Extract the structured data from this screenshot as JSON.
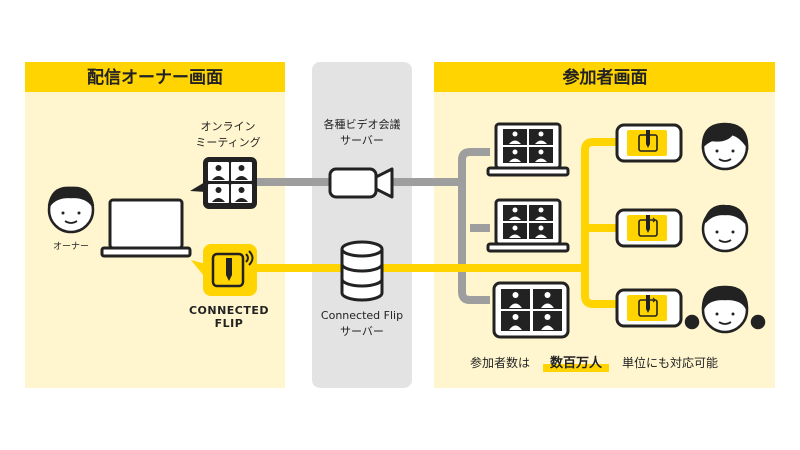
{
  "left_panel": {
    "title": "配信オーナー画面"
  },
  "right_panel": {
    "title": "参加者画面"
  },
  "owner": {
    "label": "オーナー"
  },
  "online_meeting": {
    "label_line1": "オンライン",
    "label_line2": "ミーティング"
  },
  "video_server": {
    "label_line1": "各種ビデオ会議",
    "label_line2": "サーバー"
  },
  "flip_server": {
    "label_line1": "Connected Flip",
    "label_line2": "サーバー"
  },
  "brand": {
    "line1": "CONNECTED",
    "line2": "FLIP"
  },
  "note": {
    "prefix": "参加者数は",
    "highlight": "数百万人",
    "suffix": "単位にも対応可能"
  },
  "colors": {
    "yellow": "#FFD400",
    "panel_bg": "#FFF6CF",
    "server_bg": "#E3E3E3",
    "gray_line": "#9E9E9E",
    "ink": "#222222"
  }
}
